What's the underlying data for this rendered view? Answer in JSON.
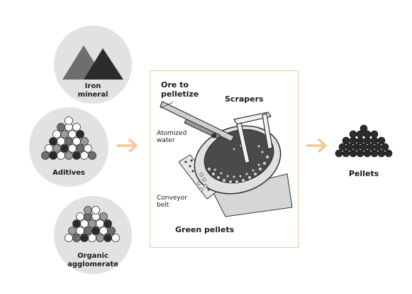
{
  "inputs": [
    {
      "label_lines": [
        "Iron",
        "mineral"
      ]
    },
    {
      "label_lines": [
        "Aditives"
      ]
    },
    {
      "label_lines": [
        "Organic",
        "agglomerate"
      ]
    }
  ],
  "machine_labels": {
    "ore_to_pelletize": [
      "Ore to",
      "pelletize"
    ],
    "scrapers": "Scrapers",
    "atomized_water": [
      "Atomized",
      "water"
    ],
    "conveyor_belt": [
      "Conveyor",
      "belt"
    ],
    "green_pellets": "Green pellets"
  },
  "output": {
    "label": "Pellets"
  },
  "colors": {
    "circle_bg": "#e2e2e2",
    "arrow": "#f4c79a",
    "box_border": "#f4c79a",
    "dark": "#2b2b2b"
  }
}
